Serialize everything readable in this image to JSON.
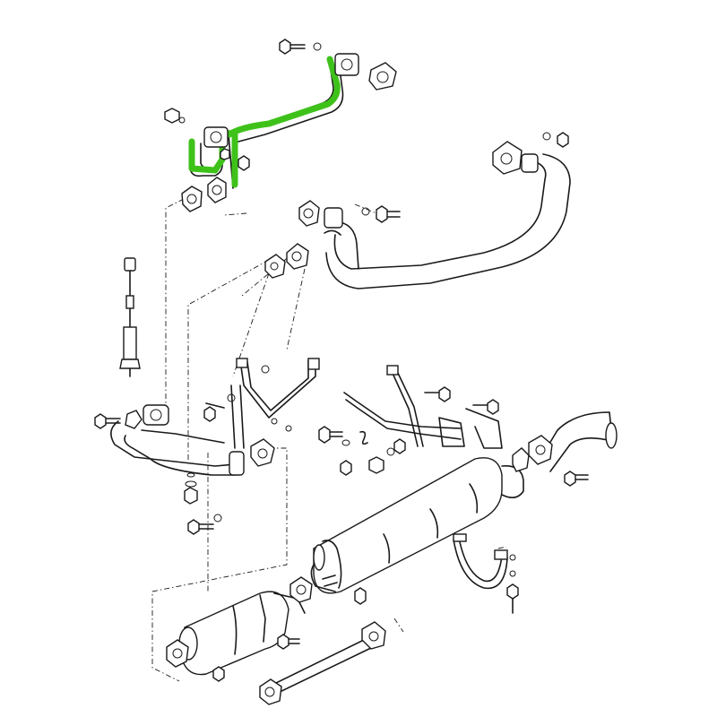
{
  "diagram": {
    "highlight_color": "#3ec21a",
    "line_color": "#1a1a1a",
    "background": "#ffffff",
    "highlighted_part": "exhaust-crossover-pipe",
    "parts": [
      "exhaust-crossover-pipe",
      "rear-crossover-pipe",
      "front-pipe-assembly",
      "lambda-sensor",
      "catalytic-converter",
      "rear-muffler",
      "intermediate-pipe",
      "tail-pipe",
      "muffler-strap",
      "hanger-brackets"
    ]
  }
}
